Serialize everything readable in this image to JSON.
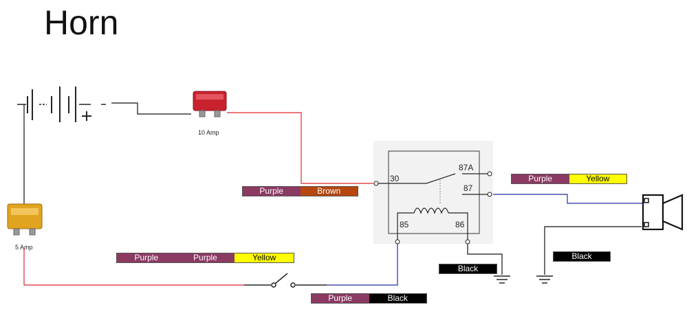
{
  "title": "Horn",
  "colors": {
    "purple": "#8b3a62",
    "brown": "#b5470f",
    "yellow": "#ffff00",
    "black": "#000000",
    "red_wire": "#e0252b",
    "blue_wire": "#1f2f9a"
  },
  "fuse_main": {
    "label": "10 Amp"
  },
  "fuse_switch": {
    "label": "5 Amp"
  },
  "relay": {
    "terminals": {
      "t30": "30",
      "t87a": "87A",
      "t87": "87",
      "t85": "85",
      "t86": "86"
    }
  },
  "wire_labels": {
    "w30": [
      {
        "text": "Purple",
        "color": "purple"
      },
      {
        "text": "Brown",
        "color": "brown"
      }
    ],
    "w87": [
      {
        "text": "Purple",
        "color": "purple"
      },
      {
        "text": "Yellow",
        "color": "yellow"
      }
    ],
    "wswitch": [
      {
        "text": "Purple",
        "color": "purple"
      },
      {
        "text": "Purple",
        "color": "purple"
      },
      {
        "text": "Yellow",
        "color": "yellow"
      }
    ],
    "w85": [
      {
        "text": "Purple",
        "color": "purple"
      },
      {
        "text": "Black",
        "color": "black"
      }
    ],
    "w86": [
      {
        "text": "Black",
        "color": "black"
      }
    ],
    "whorn": [
      {
        "text": "Black",
        "color": "black"
      }
    ]
  }
}
